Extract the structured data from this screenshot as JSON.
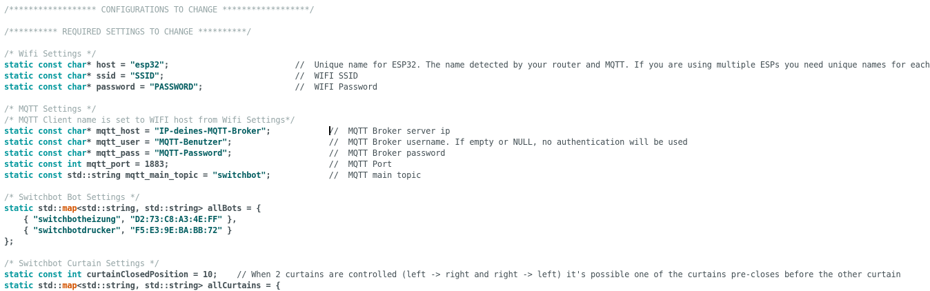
{
  "editor": {
    "background": "#ffffff",
    "colors": {
      "keyword": "#00979C",
      "function": "#D35400",
      "string": "#005C5F",
      "plain": "#434F54",
      "comment_block": "#95A5A6",
      "comment_line": "#434F54",
      "cursor": "#000000"
    },
    "lines": [
      {
        "segments": [
          {
            "type": "com1",
            "text": "/****************** CONFIGURATIONS TO CHANGE ******************/"
          }
        ]
      },
      {
        "segments": []
      },
      {
        "segments": [
          {
            "type": "com1",
            "text": "/********** REQUIRED SETTINGS TO CHANGE **********/"
          }
        ]
      },
      {
        "segments": []
      },
      {
        "segments": [
          {
            "type": "com1",
            "text": "/* Wifi Settings */"
          }
        ]
      },
      {
        "segments": [
          {
            "type": "kw",
            "text": "static const char"
          },
          {
            "type": "plain",
            "text": "* host = "
          },
          {
            "type": "str",
            "text": "\"esp32\""
          },
          {
            "type": "plain",
            "text": ";                          "
          },
          {
            "type": "com2",
            "text": "//  Unique name for ESP32. The name detected by your router and MQTT. If you are using multiple ESPs you need unique names for each"
          }
        ]
      },
      {
        "segments": [
          {
            "type": "kw",
            "text": "static const char"
          },
          {
            "type": "plain",
            "text": "* ssid = "
          },
          {
            "type": "str",
            "text": "\"SSID\""
          },
          {
            "type": "plain",
            "text": ";                           "
          },
          {
            "type": "com2",
            "text": "//  WIFI SSID"
          }
        ]
      },
      {
        "segments": [
          {
            "type": "kw",
            "text": "static const char"
          },
          {
            "type": "plain",
            "text": "* password = "
          },
          {
            "type": "str",
            "text": "\"PASSWORD\""
          },
          {
            "type": "plain",
            "text": ";                   "
          },
          {
            "type": "com2",
            "text": "//  WIFI Password"
          }
        ]
      },
      {
        "segments": []
      },
      {
        "segments": [
          {
            "type": "com1",
            "text": "/* MQTT Settings */"
          }
        ]
      },
      {
        "segments": [
          {
            "type": "com1",
            "text": "/* MQTT Client name is set to WIFI host from Wifi Settings*/"
          }
        ]
      },
      {
        "segments": [
          {
            "type": "kw",
            "text": "static const char"
          },
          {
            "type": "plain",
            "text": "* mqtt_host = "
          },
          {
            "type": "str",
            "text": "\"IP-deines-MQTT-Broker\""
          },
          {
            "type": "plain",
            "text": ";            "
          },
          {
            "type": "caret"
          },
          {
            "type": "com2",
            "text": "//  MQTT Broker server ip"
          }
        ]
      },
      {
        "segments": [
          {
            "type": "kw",
            "text": "static const char"
          },
          {
            "type": "plain",
            "text": "* mqtt_user = "
          },
          {
            "type": "str",
            "text": "\"MQTT-Benutzer\""
          },
          {
            "type": "plain",
            "text": ";                    "
          },
          {
            "type": "com2",
            "text": "//  MQTT Broker username. If empty or NULL, no authentication will be used"
          }
        ]
      },
      {
        "segments": [
          {
            "type": "kw",
            "text": "static const char"
          },
          {
            "type": "plain",
            "text": "* mqtt_pass = "
          },
          {
            "type": "str",
            "text": "\"MQTT-Password\""
          },
          {
            "type": "plain",
            "text": ";                    "
          },
          {
            "type": "com2",
            "text": "//  MQTT Broker password"
          }
        ]
      },
      {
        "segments": [
          {
            "type": "kw",
            "text": "static const int"
          },
          {
            "type": "plain",
            "text": " mqtt_port = 1883;                                 "
          },
          {
            "type": "com2",
            "text": "//  MQTT Port"
          }
        ]
      },
      {
        "segments": [
          {
            "type": "kw",
            "text": "static const"
          },
          {
            "type": "plain",
            "text": " std::string mqtt_main_topic = "
          },
          {
            "type": "str",
            "text": "\"switchbot\""
          },
          {
            "type": "plain",
            "text": ";            "
          },
          {
            "type": "com2",
            "text": "//  MQTT main topic"
          }
        ]
      },
      {
        "segments": []
      },
      {
        "segments": [
          {
            "type": "com1",
            "text": "/* Switchbot Bot Settings */"
          }
        ]
      },
      {
        "segments": [
          {
            "type": "kw",
            "text": "static"
          },
          {
            "type": "plain",
            "text": " std::"
          },
          {
            "type": "fn",
            "text": "map"
          },
          {
            "type": "plain",
            "text": "<std::string, std::string> allBots = {"
          }
        ]
      },
      {
        "segments": [
          {
            "type": "plain",
            "text": "    { "
          },
          {
            "type": "str",
            "text": "\"switchbotheizung\""
          },
          {
            "type": "plain",
            "text": ", "
          },
          {
            "type": "str",
            "text": "\"D2:73:C8:A3:4E:FF\""
          },
          {
            "type": "plain",
            "text": " },"
          }
        ]
      },
      {
        "segments": [
          {
            "type": "plain",
            "text": "    { "
          },
          {
            "type": "str",
            "text": "\"switchbotdrucker\""
          },
          {
            "type": "plain",
            "text": ", "
          },
          {
            "type": "str",
            "text": "\"F5:E3:9E:BA:BB:72\""
          },
          {
            "type": "plain",
            "text": " }"
          }
        ]
      },
      {
        "segments": [
          {
            "type": "plain",
            "text": "};"
          }
        ]
      },
      {
        "segments": []
      },
      {
        "segments": [
          {
            "type": "com1",
            "text": "/* Switchbot Curtain Settings */"
          }
        ]
      },
      {
        "segments": [
          {
            "type": "kw",
            "text": "static const int"
          },
          {
            "type": "plain",
            "text": " curtainClosedPosition = 10;    "
          },
          {
            "type": "com2",
            "text": "// When 2 curtains are controlled (left -> right and right -> left) it's possible one of the curtains pre-closes before the other curtain"
          }
        ]
      },
      {
        "segments": [
          {
            "type": "kw",
            "text": "static"
          },
          {
            "type": "plain",
            "text": " std::"
          },
          {
            "type": "fn",
            "text": "map"
          },
          {
            "type": "plain",
            "text": "<std::string, std::string> allCurtains = {"
          }
        ]
      }
    ]
  }
}
